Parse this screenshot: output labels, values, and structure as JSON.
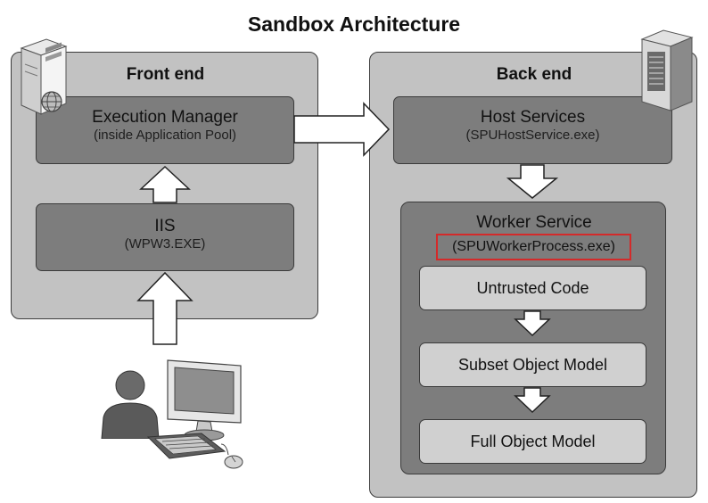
{
  "title": "Sandbox Architecture",
  "front_end": {
    "title": "Front end",
    "execution_manager": {
      "label": "Execution Manager",
      "sub": "(inside Application Pool)"
    },
    "iis": {
      "label": "IIS",
      "sub": "(WPW3.EXE)"
    }
  },
  "back_end": {
    "title": "Back end",
    "host_services": {
      "label": "Host Services",
      "sub": "(SPUHostService.exe)"
    },
    "worker_service": {
      "label": "Worker Service",
      "sub": "(SPUWorkerProcess.exe)",
      "steps": [
        "Untrusted Code",
        "Subset Object Model",
        "Full Object Model"
      ]
    }
  },
  "colors": {
    "highlight": "#d42a2a",
    "panel": "#c2c2c2",
    "box": "#7d7d7d",
    "inner_box": "#d0d0d0"
  },
  "icons": [
    "server-icon",
    "server-rack-icon",
    "user-icon",
    "computer-icon",
    "keyboard-icon",
    "mouse-icon"
  ]
}
